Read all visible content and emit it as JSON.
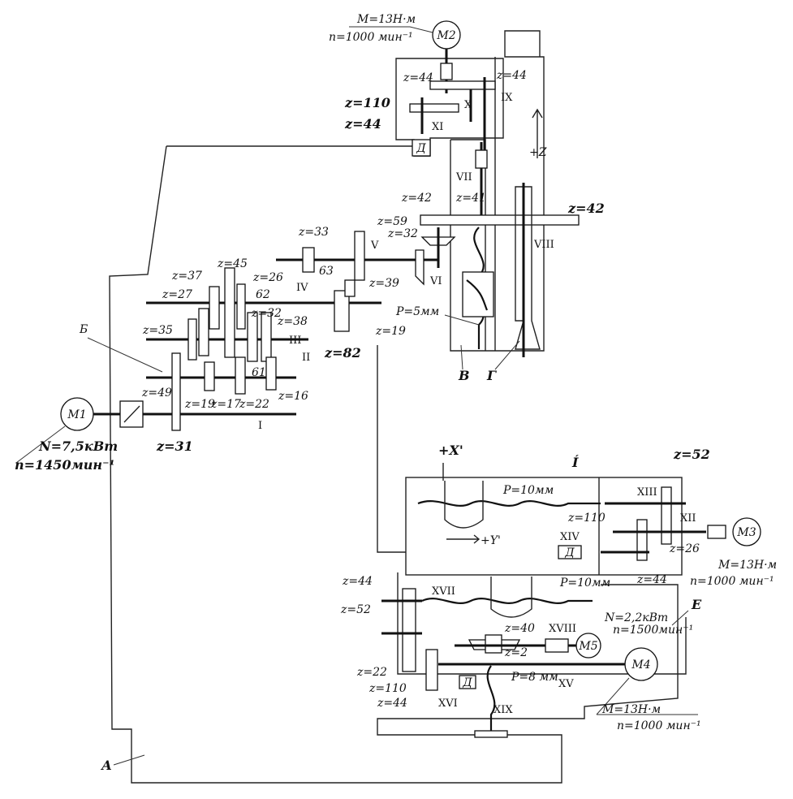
{
  "gears": {
    "z44a": "z=44",
    "z44b": "z=44",
    "z110a": "z=110",
    "z44c": "z=44",
    "z42a": "z=42",
    "z41": "z=41",
    "z42b": "z=42",
    "z59": "z=59",
    "z33": "z=33",
    "z32a": "z=32",
    "z39": "z=39",
    "z19a": "z=19",
    "z82": "z=82",
    "z45": "z=45",
    "z37": "z=37",
    "z26a": "z=26",
    "z27": "z=27",
    "z32b": "z=32",
    "z38": "z=38",
    "z35": "z=35",
    "z16": "z=16",
    "z49": "z=49",
    "z19b": "z=19",
    "z17": "z=17",
    "z22a": "z=22",
    "z31": "z=31",
    "z52a": "z=52",
    "z110b": "z=110",
    "z26b": "z=26",
    "z44d": "z=44",
    "z44e": "z=44",
    "z52b": "z=52",
    "z40": "z=40",
    "z2": "z=2",
    "z22b": "z=22",
    "z110c": "z=110",
    "z44f": "z=44"
  },
  "blocks": {
    "b62": "62",
    "b63": "63",
    "b61": "61"
  },
  "shafts": {
    "I": "I",
    "II": "II",
    "III": "III",
    "IV": "IV",
    "V": "V",
    "VI": "VI",
    "VII": "VII",
    "VIII": "VIII",
    "IX": "IX",
    "X": "X",
    "XI": "XI",
    "XII": "XII",
    "XIII": "XIII",
    "XIV": "XIV",
    "XV": "XV",
    "XVI": "XVI",
    "XVII": "XVII",
    "XVIII": "XVIII",
    "XIX": "XIX"
  },
  "pitches": {
    "p5": "P=5мм",
    "p10a": "P=10мм",
    "p10b": "P=10мм",
    "p8": "P=8 мм"
  },
  "parts": {
    "A": "А",
    "B": "Б",
    "V": "В",
    "G": "Г",
    "E": "Е",
    "D": "Д"
  },
  "motors": {
    "m1": {
      "name": "M1",
      "spec1": "N=7,5кВт",
      "spec2": "n=1450мин⁻¹"
    },
    "m2": {
      "name": "M2",
      "spec1": "M=13Н·м",
      "spec2": "n=1000 мин⁻¹"
    },
    "m3": {
      "name": "M3",
      "spec1": "M=13Н·м",
      "spec2": "n=1000 мин⁻¹"
    },
    "m4": {
      "name": "M4",
      "spec1": "M=13Н·м",
      "spec2": "n=1000 мин⁻¹"
    },
    "m5": {
      "name": "M5",
      "spec1": "N=2,2кВт",
      "spec2": "n=1500мин⁻¹"
    }
  },
  "axes": {
    "z": "+Z",
    "x": "+X'",
    "y": "+Y'"
  }
}
